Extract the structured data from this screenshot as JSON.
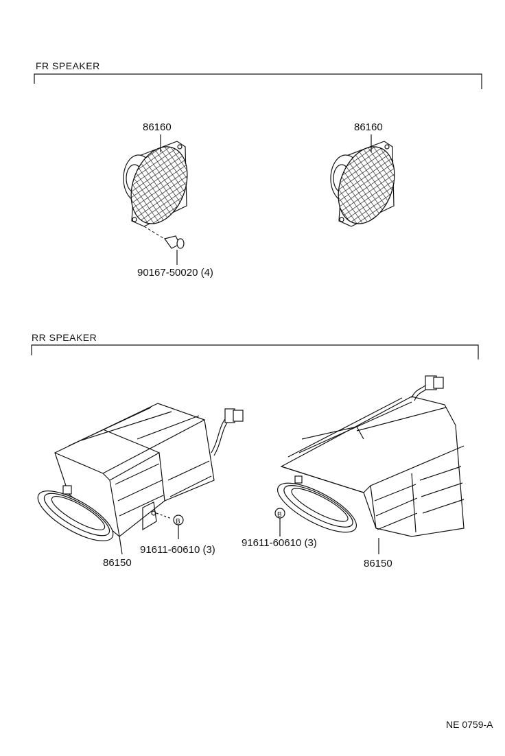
{
  "sections": {
    "front": {
      "title": "FR  SPEAKER"
    },
    "rear": {
      "title": "RR  SPEAKER"
    }
  },
  "parts": {
    "front_speaker_left": "86160",
    "front_speaker_right": "86160",
    "front_screw": "90167-50020 (4)",
    "rear_speaker_left": "86150",
    "rear_speaker_right": "86150",
    "rear_screw_left": "91611-60610 (3)",
    "rear_screw_right": "91611-60610 (3)",
    "callout_left": "B",
    "callout_right": "B"
  },
  "footer": {
    "code": "NE  0759-A"
  }
}
